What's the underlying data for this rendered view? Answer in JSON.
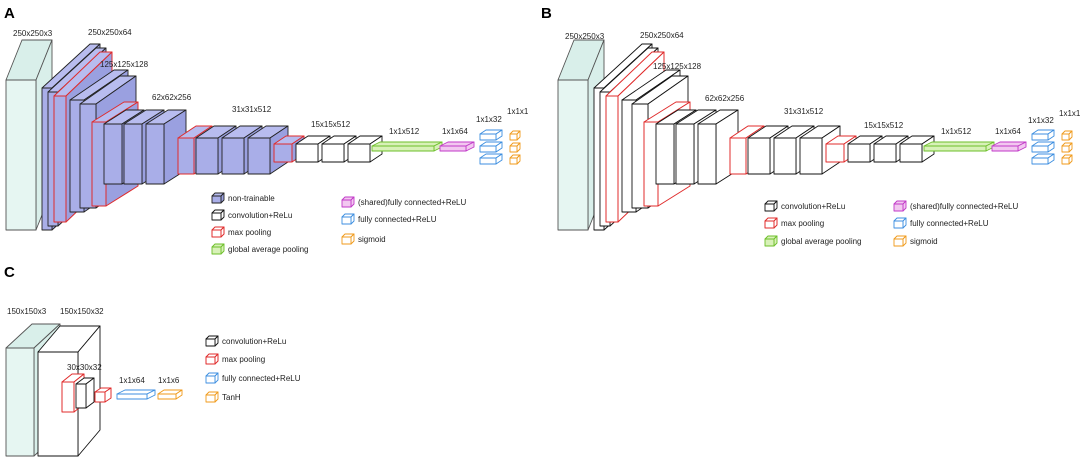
{
  "colors": {
    "input_face": "#e6f6f2",
    "input_side": "#d9efea",
    "non_trainable": "#a9aee8",
    "conv_edge": "#111111",
    "max_pool_edge": "#e02b2b",
    "gap_edge": "#6dbf2a",
    "gap_fill": "#d8f1b8",
    "shared_fc_edge": "#c23ac8",
    "shared_fc_fill": "#f2c8f0",
    "fc_edge": "#3c8ee0",
    "sigmoid_edge": "#f09a1a"
  },
  "panels": {
    "A": {
      "letter": "A",
      "dims": {
        "d1": "250x250x3",
        "d2": "250x250x64",
        "d3": "125x125x128",
        "d4": "62x62x256",
        "d5": "31x31x512",
        "d6": "15x15x512",
        "d7": "1x1x512",
        "d8": "1x1x64",
        "d9": "1x1x32",
        "d10": "1x1x1"
      },
      "legend": {
        "non_trainable": "non-trainable",
        "conv": "convolution+ReLu",
        "max_pool": "max pooling",
        "gap": "global average pooling",
        "shared_fc": "(shared)fully connected+ReLU",
        "fc": "fully connected+ReLU",
        "sigmoid": "sigmoid"
      }
    },
    "B": {
      "letter": "B",
      "dims": {
        "d1": "250x250x3",
        "d2": "250x250x64",
        "d3": "125x125x128",
        "d4": "62x62x256",
        "d5": "31x31x512",
        "d6": "15x15x512",
        "d7": "1x1x512",
        "d8": "1x1x64",
        "d9": "1x1x32",
        "d10": "1x1x1"
      },
      "legend": {
        "conv": "convolution+ReLu",
        "max_pool": "max pooling",
        "gap": "global average pooling",
        "shared_fc": "(shared)fully connected+ReLU",
        "fc": "fully connected+ReLU",
        "sigmoid": "sigmoid"
      }
    },
    "C": {
      "letter": "C",
      "dims": {
        "d1": "150x150x3",
        "d2": "150x150x32",
        "d3": "30x30x32",
        "d4": "1x1x64",
        "d5": "1x1x6"
      },
      "legend": {
        "conv": "convolution+ReLu",
        "max_pool": "max pooling",
        "fc": "fully connected+ReLU",
        "tanh": "TanH"
      }
    }
  }
}
